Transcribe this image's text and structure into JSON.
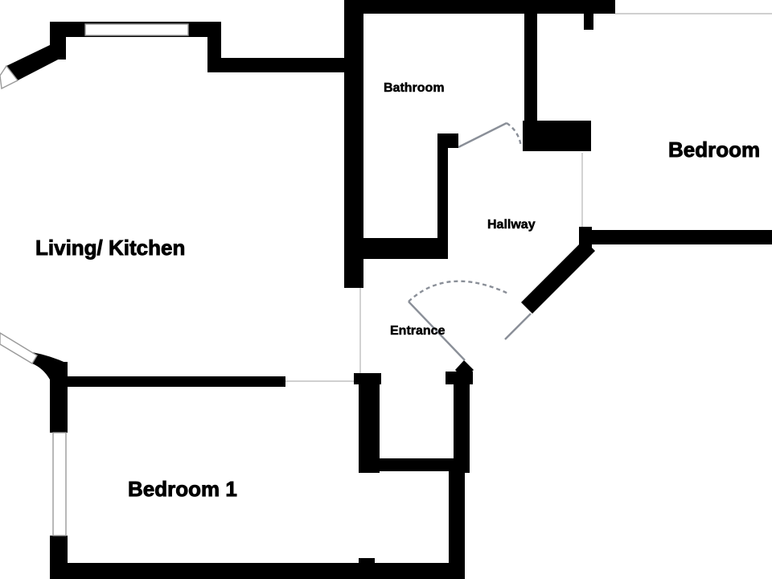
{
  "rooms": {
    "living_kitchen": "Living/ Kitchen",
    "bathroom": "Bathroom",
    "bedroom_2": "Bedroom",
    "hallway": "Hallway",
    "entrance": "Entrance",
    "bedroom_1": "Bedroom 1"
  },
  "colors": {
    "wall": "#000000",
    "door": "#8a8f98",
    "background": "#ffffff"
  }
}
